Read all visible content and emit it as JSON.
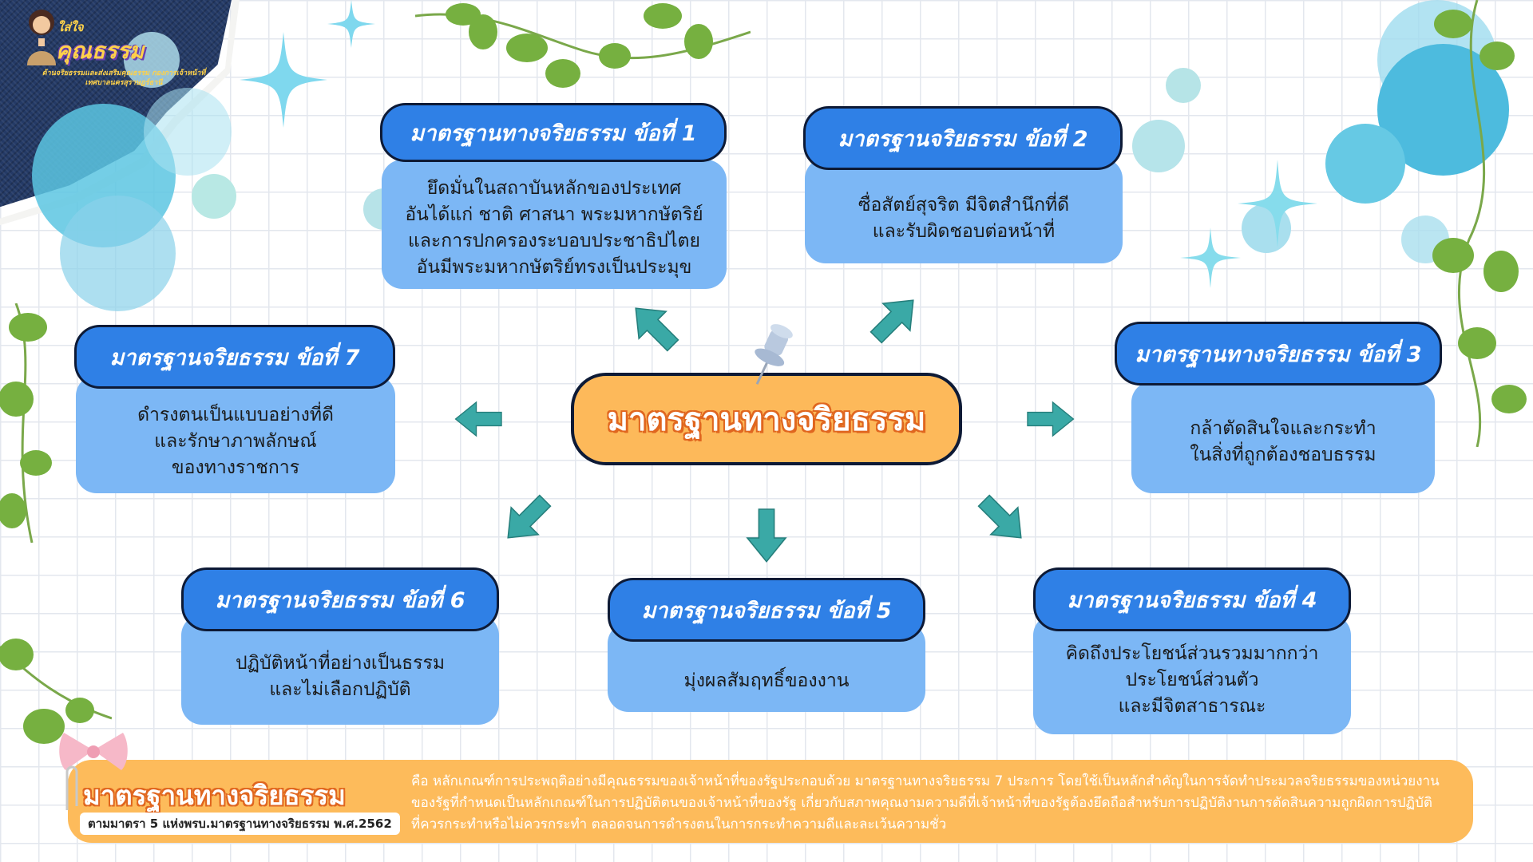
{
  "logo": {
    "small": "ใส่ใจ",
    "title": "คุณธรรม",
    "subtitle": "ด้านจริยธรรมและส่งเสริมคุณธรรม กองการเจ้าหน้าที่ เทศบาลนครสุราษฎร์ธานี"
  },
  "center_title": "มาตรฐานทางจริยธรรม",
  "standards": [
    {
      "title": "มาตรฐานทางจริยธรรม ข้อที่ 1",
      "lines": [
        "ยึดมั่นในสถาบันหลักของประเทศ",
        "อันได้แก่ ชาติ ศาสนา พระมหากษัตริย์",
        "และการปกครองระบอบประชาธิปไตย",
        "อันมีพระมหากษัตริย์ทรงเป็นประมุข"
      ]
    },
    {
      "title": "มาตรฐานจริยธรรม ข้อที่ 2",
      "lines": [
        "ซื่อสัตย์สุจริต มีจิตสำนึกที่ดี",
        "และรับผิดชอบต่อหน้าที่"
      ]
    },
    {
      "title": "มาตรฐานทางจริยธรรม ข้อที่ 3",
      "lines": [
        "กล้าตัดสินใจและกระทำ",
        "ในสิ่งที่ถูกต้องชอบธรรม"
      ]
    },
    {
      "title": "มาตรฐานจริยธรรม ข้อที่ 4",
      "lines": [
        "คิดถึงประโยชน์ส่วนรวมมากกว่า",
        "ประโยชน์ส่วนตัว",
        "และมีจิตสาธารณะ"
      ]
    },
    {
      "title": "มาตรฐานจริยธรรม ข้อที่ 5",
      "lines": [
        "มุ่งผลสัมฤทธิ์ของงาน"
      ]
    },
    {
      "title": "มาตรฐานจริยธรรม ข้อที่ 6",
      "lines": [
        "ปฏิบัติหน้าที่อย่างเป็นธรรม",
        "และไม่เลือกปฏิบัติ"
      ]
    },
    {
      "title": "มาตรฐานจริยธรรม ข้อที่ 7",
      "lines": [
        "ดำรงตนเป็นแบบอย่างที่ดี",
        "และรักษาภาพลักษณ์",
        "ของทางราชการ"
      ]
    }
  ],
  "banner": {
    "title": "มาตรฐานทางจริยธรรม",
    "subtitle": "ตามมาตรา 5 แห่งพรบ.มาตรฐานทางจริยธรรม พ.ศ.2562",
    "text": "คือ หลักเกณฑ์การประพฤติอย่างมีคุณธรรมของเจ้าหน้าที่ของรัฐประกอบด้วย มาตรฐานทางจริยธรรม 7 ประการ โดยใช้เป็นหลักสำคัญในการจัดทำประมวลจริยธรรมของหน่วยงานของรัฐที่กำหนดเป็นหลักเกณฑ์ในการปฏิบัติตนของเจ้าหน้าที่ของรัฐ เกี่ยวกับสภาพคุณงามความดีที่เจ้าหน้าที่ของรัฐต้องยึดถือสำหรับการปฏิบัติงานการตัดสินความถูกผิดการปฏิบัติที่ควรกระทำหรือไม่ควรกระทำ ตลอดจนการดำรงตนในการกระทำความดีและละเว้นความชั่ว"
  },
  "colors": {
    "card": "#7cb7f5",
    "pill": "#2f80e6",
    "outline": "#0d1a36",
    "orange": "#fdb95a",
    "arrow": "#3aa9a6",
    "leaf": "#6fa83a"
  }
}
